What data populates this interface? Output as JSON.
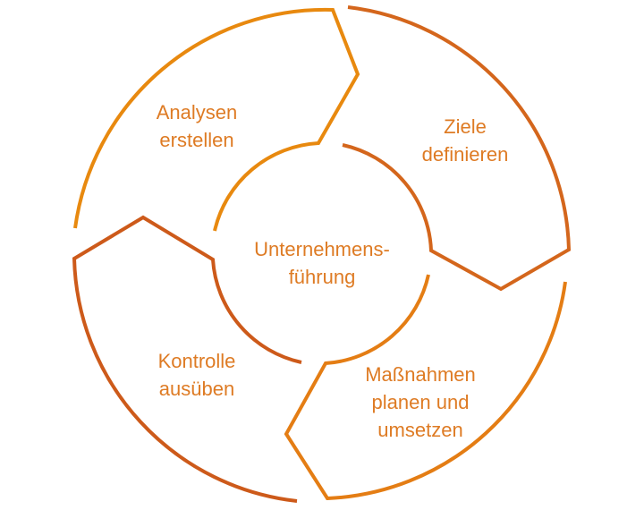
{
  "center": {
    "line1": "Unternehmens-",
    "line2": "führung"
  },
  "steps": [
    {
      "line1": "Analysen",
      "line2": "erstellen"
    },
    {
      "line1": "Ziele",
      "line2": "definieren"
    },
    {
      "line1": "Maßnahmen",
      "line2": "planen und",
      "line3": "umsetzen"
    },
    {
      "line1": "Kontrolle",
      "line2": "ausüben"
    }
  ],
  "colors": {
    "orange_light": "#e8890f",
    "orange_mid": "#e47d14",
    "orange_dark": "#cd5a1a",
    "text": "#de7b24",
    "background": "#ffffff"
  }
}
